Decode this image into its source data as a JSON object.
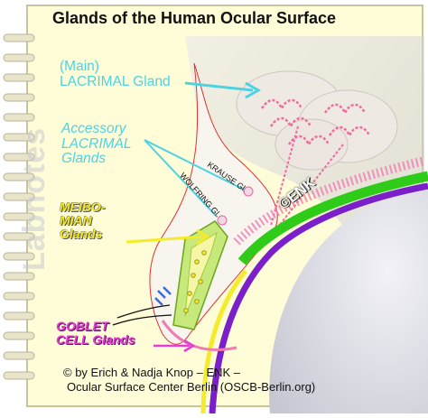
{
  "title": "Glands of the Human Ocular Surface",
  "watermark": "Labnotes",
  "labels": {
    "lacrimal": [
      "(Main)",
      "LACRIMAL Gland"
    ],
    "accessory": [
      "Accessory",
      "LACRIMAL",
      "Glands"
    ],
    "krause": "KRAUSE Gl.",
    "wolfring": "WOLFRING Gl.",
    "meibomian": [
      "MEIBO-",
      "MIAN",
      "Glands"
    ],
    "goblet": [
      "GOBLET",
      "CELL Glands"
    ],
    "enk": "©ENK"
  },
  "credit": {
    "line1": "© by Erich & Nadja Knop – ENK –",
    "line2": "Ocular Surface Center Berlin (OSCB-Berlin.org)"
  },
  "colors": {
    "paper": "#fffcd8",
    "paper_border": "#c8c39a",
    "rings": "#e8e4c9",
    "cyan": "#4cd3e3",
    "yellow": "#f4ec2a",
    "magenta": "#e53bd8",
    "green": "#2ecc18",
    "purple": "#7a1fc9",
    "orbit": "#d9d9e0",
    "sclera": "#c9c9d6"
  }
}
